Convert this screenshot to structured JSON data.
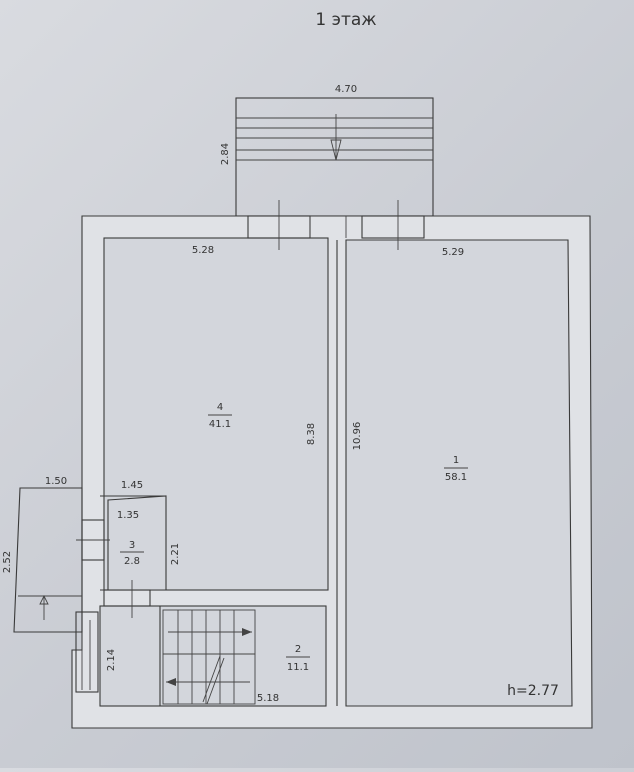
{
  "title": "1 этаж",
  "porch": {
    "width": "4.70",
    "depth": "2.84"
  },
  "room4": {
    "number": "4",
    "area": "41.1",
    "width": "5.28",
    "length": "8.38"
  },
  "room1": {
    "number": "1",
    "area": "58.1",
    "width": "5.29",
    "length": "10.96"
  },
  "room3": {
    "number": "3",
    "area": "2.8",
    "width_outer": "1.45",
    "width_inner": "1.35",
    "length": "2.21"
  },
  "room2": {
    "number": "2",
    "area": "11.1",
    "width": "5.18",
    "length": "2.14"
  },
  "vestibule": {
    "width": "1.50",
    "depth": "2.52"
  },
  "height_label": "h=2.77"
}
